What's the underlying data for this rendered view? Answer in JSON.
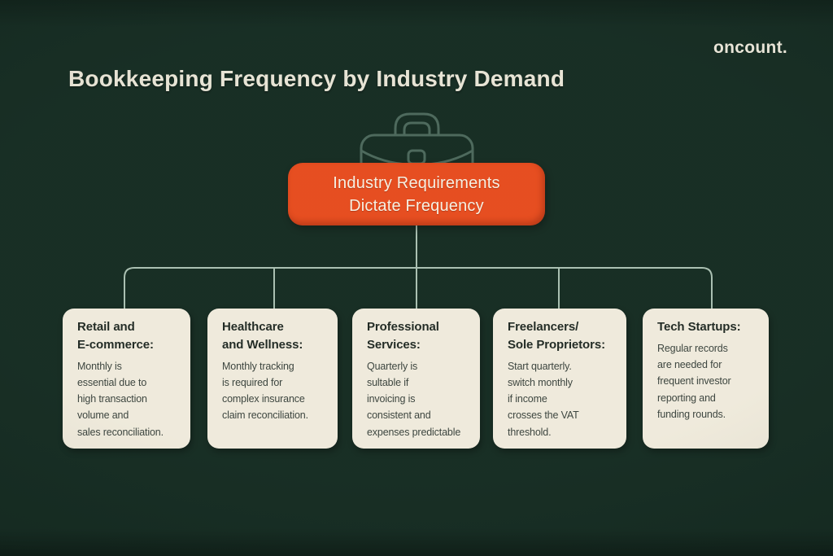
{
  "brand": {
    "logo": "oncount."
  },
  "header": {
    "title": "Bookkeeping Frequency by Industry Demand"
  },
  "root": {
    "icon": "briefcase-icon",
    "line1": "Industry Requirements",
    "line2": "Dictate Frequency"
  },
  "cards": [
    {
      "title": "Retail and\nE-commerce:",
      "body": "Monthly is\nessential due to\nhigh transaction\nvolume and\nsales reconciliation."
    },
    {
      "title": "Healthcare\nand Wellness:",
      "body": "Monthly tracking\nis required for\ncomplex insurance\nclaim reconciliation."
    },
    {
      "title": "Professional\nServices:",
      "body": "Quarterly is\nsultable if\ninvoicing is\nconsistent and\nexpenses predictable"
    },
    {
      "title": "Freelancers/\nSole Proprietors:",
      "body": "Start quarterly.\nswitch monthly\nif income\ncrosses the VAT\nthreshold."
    },
    {
      "title": "Tech Startups:",
      "body": "Regular records\nare needed for\nfrequent investor\nreporting and\nfunding rounds."
    }
  ],
  "colors": {
    "background": "#142b21",
    "accent_orange": "#e64b1d",
    "card_background": "#efeadb",
    "connector_line": "#a8bfb0",
    "briefcase_outline": "#4a675a",
    "heading_text": "#e7e3d4",
    "card_title_text": "#1f2822",
    "card_body_text": "#39423c"
  }
}
